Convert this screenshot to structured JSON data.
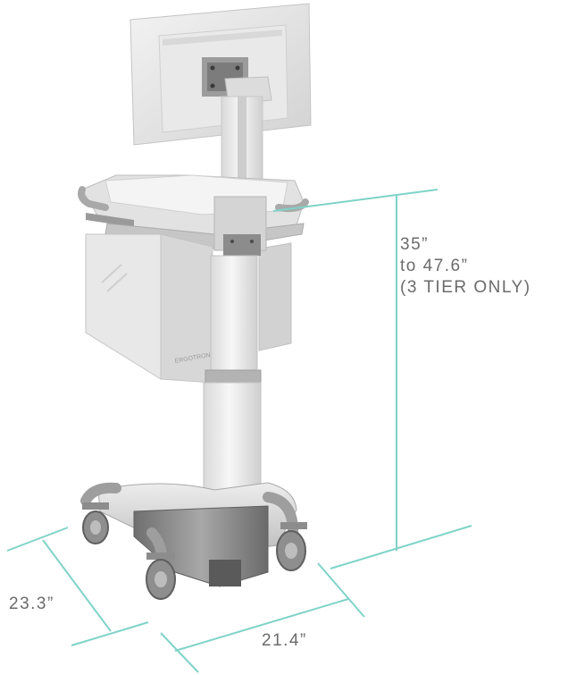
{
  "colors": {
    "dimension_line": "#7fd3c8",
    "text": "#6b6b6b",
    "cart_light": "#e6e6e6",
    "cart_mid": "#c9c9c9",
    "cart_dark": "#8a8a8a"
  },
  "dimensions": {
    "height": {
      "line1": "35”",
      "line2": "to 47.6”",
      "line3": "(3 TIER ONLY)"
    },
    "depth": "23.3”",
    "width": "21.4”"
  }
}
